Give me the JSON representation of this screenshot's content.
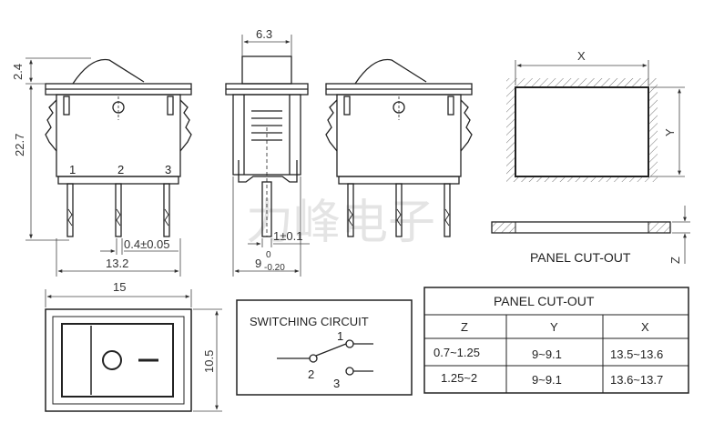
{
  "watermark": "力峰电子",
  "front_view": {
    "dim_top": "2.4",
    "dim_height": "22.7",
    "dim_pin_width": "0.4±0.05",
    "dim_pin_span": "13.2",
    "pins": [
      "1",
      "2",
      "3"
    ]
  },
  "side_view": {
    "dim_width": "6.3",
    "dim_pin": "1±0.1",
    "dim_base": "9",
    "dim_base_tol_upper": "0",
    "dim_base_tol_lower": "-0.20"
  },
  "top_view": {
    "dim_width": "15",
    "dim_height": "10.5"
  },
  "cutout": {
    "dim_x": "X",
    "dim_y": "Y",
    "dim_z": "Z",
    "label": "PANEL CUT-OUT"
  },
  "switching_circuit": {
    "title": "SWITCHING CIRCUIT",
    "terminals": [
      "1",
      "2",
      "3"
    ]
  },
  "cutout_table": {
    "title": "PANEL CUT-OUT",
    "headers": [
      "Z",
      "Y",
      "X"
    ],
    "rows": [
      [
        "0.7~1.25",
        "9~9.1",
        "13.5~13.6"
      ],
      [
        "1.25~2",
        "9~9.1",
        "13.6~13.7"
      ]
    ]
  },
  "colors": {
    "line": "#222222",
    "dim": "#444444",
    "hatch": "#666666",
    "watermark": "#e4e4e4"
  }
}
